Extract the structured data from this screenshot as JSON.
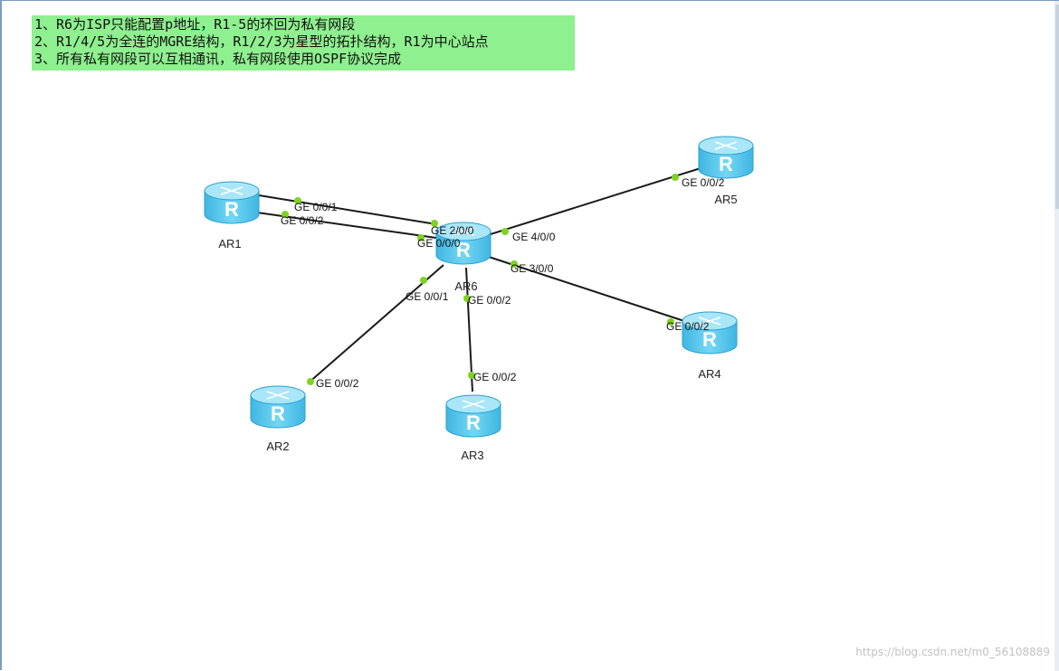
{
  "note": {
    "lines": [
      "1、R6为ISP只能配置p地址，R1-5的环回为私有网段",
      "2、R1/4/5为全连的MGRE结构，R1/2/3为星型的拓扑结构，R1为中心站点",
      "3、所有私有网段可以互相通讯，私有网段使用OSPF协议完成"
    ]
  },
  "colors": {
    "note_bg": "#8ef08e",
    "router_body": "#5bc8ec",
    "router_top": "#a9e6f8",
    "link": "#1a1a1a",
    "port_dot": "#7ed321"
  },
  "router_icon_letter": "R",
  "nodes": [
    {
      "id": "AR1",
      "label": "AR1"
    },
    {
      "id": "AR2",
      "label": "AR2"
    },
    {
      "id": "AR3",
      "label": "AR3"
    },
    {
      "id": "AR4",
      "label": "AR4"
    },
    {
      "id": "AR5",
      "label": "AR5"
    },
    {
      "id": "AR6",
      "label": "AR6"
    }
  ],
  "links": [
    {
      "from": "AR1",
      "from_port": "GE 0/0/1",
      "to": "AR6",
      "to_port": "GE 2/0/0"
    },
    {
      "from": "AR1",
      "from_port": "GE 0/0/2",
      "to": "AR6",
      "to_port": "GE 0/0/0"
    },
    {
      "from": "AR2",
      "from_port": "GE 0/0/2",
      "to": "AR6",
      "to_port": "GE 0/0/1"
    },
    {
      "from": "AR3",
      "from_port": "GE 0/0/2",
      "to": "AR6",
      "to_port": "GE 0/0/2"
    },
    {
      "from": "AR4",
      "from_port": "GE 0/0/2",
      "to": "AR6",
      "to_port": "GE 3/0/0"
    },
    {
      "from": "AR5",
      "from_port": "GE 0/0/2",
      "to": "AR6",
      "to_port": "GE 4/0/0"
    }
  ],
  "watermark": "https://blog.csdn.net/m0_56108889"
}
